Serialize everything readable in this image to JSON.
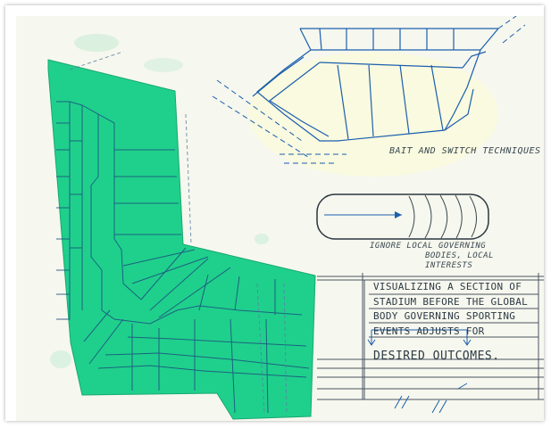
{
  "captions": {
    "bait_switch": "BAIT AND SWITCH TECHNIQUES",
    "ignore_line1": "IGNORE LOCAL GOVERNING",
    "ignore_line2": "BODIES, LOCAL",
    "ignore_line3": "INTERESTS"
  },
  "title_block": {
    "line1": "VISUALIZING A SECTION OF",
    "line2": "STADIUM BEFORE THE GLOBAL",
    "line3": "BODY GOVERNING SPORTING",
    "line4": "EVENTS ADJUSTS FOR",
    "line5": "DESIRED OUTCOMES."
  },
  "colors": {
    "paper": "#f6f7ee",
    "green": "#1fd08c",
    "ink_blue": "#1c5fae",
    "pencil": "#4a5560"
  }
}
